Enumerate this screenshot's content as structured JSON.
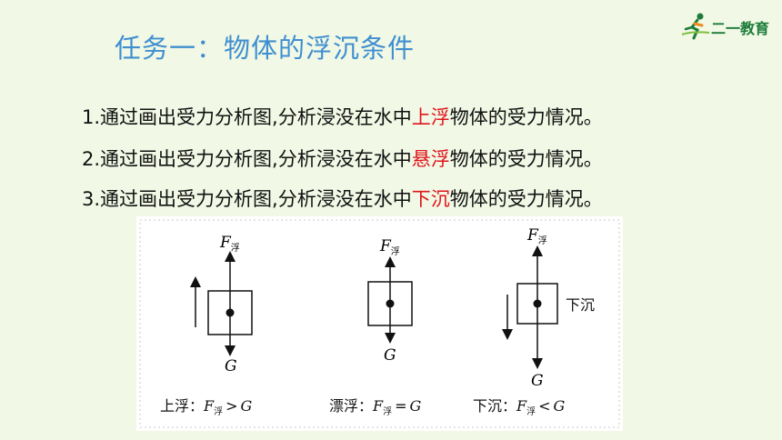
{
  "title": "任务一：物体的浮沉条件",
  "logo": {
    "text": "二一教育",
    "icon": "runner-icon"
  },
  "tasks": [
    {
      "before": "1.通过画出受力分析图,分析浸没在水中",
      "highlight": "上浮",
      "after": "物体的受力情况。"
    },
    {
      "before": "2.通过画出受力分析图,分析浸没在水中",
      "highlight": "悬浮",
      "after": "物体的受力情况。"
    },
    {
      "before": "3.通过画出受力分析图,分析浸没在水中",
      "highlight": "下沉",
      "after": "物体的受力情况。"
    }
  ],
  "figure": {
    "force_symbol": "F",
    "force_sub": "浮",
    "gravity_symbol": "G",
    "sink_note": "下沉",
    "captions": {
      "rise_label": "上浮：",
      "rise_rel": ">",
      "float_label": "漂浮：",
      "float_rel": "=",
      "sink_label": "下沉：",
      "sink_rel": "<"
    }
  },
  "colors": {
    "title": "#3f8fd0",
    "highlight": "#e0141b",
    "background": "#f1f8e5"
  }
}
